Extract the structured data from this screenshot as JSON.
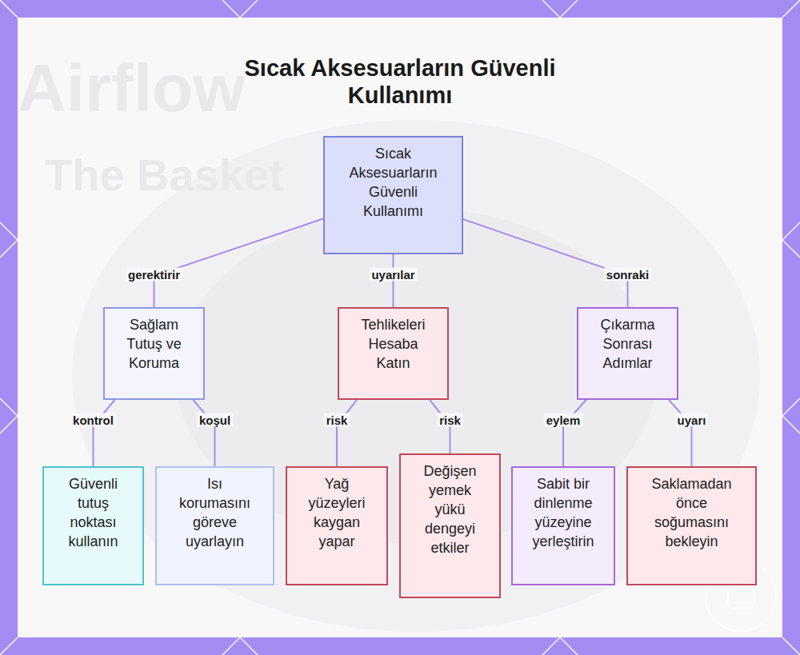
{
  "diagram": {
    "title": "Sıcak Aksesuarların Güvenli Kullanımı",
    "nodes": [
      {
        "text": [
          "Sıcak Aksesuarların Güvenli Kullanımı"
        ]
      },
      {
        "text": [
          "Sağlam Tutuş ve Koruma"
        ]
      },
      {
        "text": [
          "Tehlikeleri Hesaba Katın"
        ]
      },
      {
        "text": [
          "Çıkarma Sonrası Adımlar"
        ]
      },
      {
        "text": [
          "Güvenli tutuş noktası kullanın"
        ]
      },
      {
        "text": [
          "Isı korumasını göreve uyarlayın"
        ]
      },
      {
        "text": [
          "Yağ yüzeyleri kaygan yapar"
        ]
      },
      {
        "text": [
          "Değişen yemek yükü dengeyi etkiler"
        ]
      },
      {
        "text": [
          "Sabit bir dinlenme yüzeyine yerleştirin"
        ]
      },
      {
        "text": [
          "Saklamadan önce soğumasını bekleyin"
        ]
      }
    ],
    "edges": [
      {
        "from": 0,
        "to": 1,
        "label": "gerektirir",
        "arrow": "none"
      },
      {
        "from": 0,
        "to": 2,
        "label": "uyarılar",
        "arrow": "none"
      },
      {
        "from": 0,
        "to": 3,
        "label": "sonraki",
        "arrow": "none"
      },
      {
        "from": 1,
        "to": 4,
        "label": "kontrol",
        "arrow": "none"
      },
      {
        "from": 1,
        "to": 5,
        "label": "koşul",
        "arrow": "none"
      },
      {
        "from": 2,
        "to": 6,
        "label": "risk",
        "arrow": "none"
      },
      {
        "from": 2,
        "to": 7,
        "label": "risk",
        "arrow": "none"
      },
      {
        "from": 3,
        "to": 8,
        "label": "eylem",
        "arrow": "none"
      },
      {
        "from": 3,
        "to": 9,
        "label": "uyarı",
        "arrow": "none"
      }
    ],
    "labels": [
      "Airflow",
      "The Basket"
    ]
  }
}
